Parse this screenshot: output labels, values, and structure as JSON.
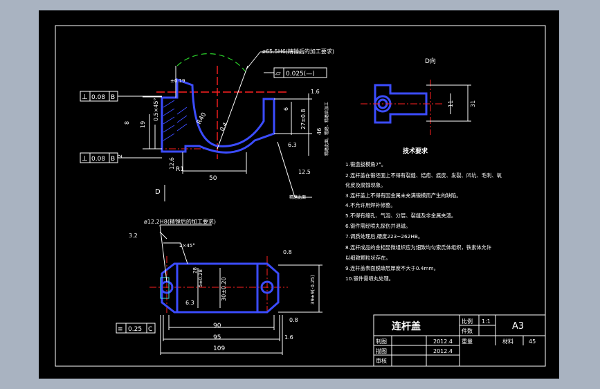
{
  "drawing": {
    "frame_colors": {
      "background": "#000000",
      "outline": "#3b4cff",
      "dims": "#ffffff",
      "centerline": "#ff2020",
      "phantom": "#2ad12a"
    },
    "top_view": {
      "dims": {
        "bore": "ø65.5H6(精镗后的加工要求)",
        "flatness": "0.025(—)",
        "flatness_sym": "▱",
        "perp_top": "0.08",
        "perp_bottom": "0.08",
        "datum_b": "B",
        "d_0_5_45": "0.5×45°",
        "d_19": "19",
        "d_8": "8",
        "d_2": "2",
        "d_12_6": "12.6",
        "d_r40": "R40",
        "d_r1": "R1",
        "d_50": "50",
        "d_6": "6",
        "d_27": "27±0.8",
        "d_46": "46",
        "d_0_4": "0.4",
        "d_1_6": "1.6",
        "d_6_3": "6.3",
        "d_12_5": "12.5",
        "d_small": "±0.19",
        "note_side": "精磨此面，粗磨、精磨后加工",
        "note_leader": "精磨此面",
        "view_arrow": "D"
      }
    },
    "side_view": {
      "label": "D向",
      "dims": {
        "d_31": "31",
        "d_11": "11"
      }
    },
    "bottom_view": {
      "dims": {
        "hole": "ø12.2H8(精镗后的加工要求)",
        "d_3_2": "3.2",
        "d_0_8_a": "0.8",
        "d_0_8_b": "0.8",
        "d_45": "2×45°",
        "d_28": "28",
        "d_5": "5±0.28",
        "d_30": "30±0.20",
        "d_39": "39±9(-0.25)",
        "d_6_3": "6.3",
        "d_90": "90",
        "d_95": "95",
        "d_109": "109",
        "d_1_6": "1.6",
        "sym_val": "0.25",
        "datum_c": "C"
      }
    },
    "tech_req": {
      "title": "技术要求",
      "items": [
        "1.锻造拔模角7°。",
        "2.连杆盖在锻坯面上不得有裂缝、结疤、痕皮、发裂、凹坑、毛刺、氧",
        "化皮及腐蚀现象。",
        "3.连杆盖上不得有因金属未充满锻模而产生的缺陷。",
        "4.不允许用焊补修整。",
        "5.不得有缩孔、气泡、分层、裂缝及非金属夹渣。",
        "6.锻件需经喷丸探伤并退磁。",
        "7.调质处理后,硬度223~262HB。",
        "8.连杆成品的金相显微组织应为细致均匀索氏体组织，铁素体允许",
        "以细致颗粒状存在。",
        "9.连杆盖表面脱碳层厚度不大于0.4mm。",
        "10.锻件需喷丸处理。"
      ]
    },
    "title_block": {
      "part_name": "连杆盖",
      "scale_label": "比例",
      "scale_value": "1:1",
      "qty_label": "件数",
      "sheet_size": "A3",
      "weight_label": "重量",
      "material_label": "材料",
      "material_value": "45",
      "rows": [
        {
          "label": "制图",
          "date": "2012.4"
        },
        {
          "label": "描图",
          "date": "2012.4"
        },
        {
          "label": "审核",
          "date": ""
        }
      ]
    }
  }
}
